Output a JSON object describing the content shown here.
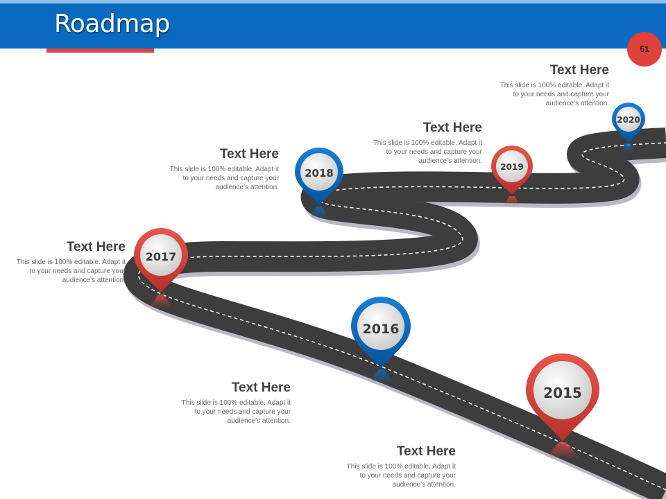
{
  "slide": {
    "title": "Roadmap",
    "page_number": "51"
  },
  "colors": {
    "header_blue": "#0a6ac0",
    "accent_red": "#d9473f",
    "road": "#3d3d3d",
    "pin_blue": "#0a6ac0",
    "pin_red": "#d9473f"
  },
  "milestones": [
    {
      "year": "2015",
      "heading": "Text Here",
      "lines": [
        "This slide is 100% editable. Adapt it",
        "to your needs and capture your",
        "audience's attention."
      ],
      "pin_color": "red"
    },
    {
      "year": "2016",
      "heading": "Text Here",
      "lines": [
        "This slide is 100% editable. Adapt it",
        "to your needs and capture your",
        "audience's attention."
      ],
      "pin_color": "blue"
    },
    {
      "year": "2017",
      "heading": "Text Here",
      "lines": [
        "This slide is 100% editable. Adapt it",
        "to your needs and capture your",
        "audience's attention."
      ],
      "pin_color": "red"
    },
    {
      "year": "2018",
      "heading": "Text Here",
      "lines": [
        "This slide is 100% editable. Adapt it",
        "to your needs and capture your",
        "audience's attention."
      ],
      "pin_color": "blue"
    },
    {
      "year": "2019",
      "heading": "Text Here",
      "lines": [
        "This slide is 100% editable. Adapt it",
        "to your needs and capture your",
        "audience's attention."
      ],
      "pin_color": "red"
    },
    {
      "year": "2020",
      "heading": "Text Here",
      "lines": [
        "This slide is 100% editable. Adapt it",
        "to your needs and capture your",
        "audience's attention."
      ],
      "pin_color": "blue"
    }
  ]
}
